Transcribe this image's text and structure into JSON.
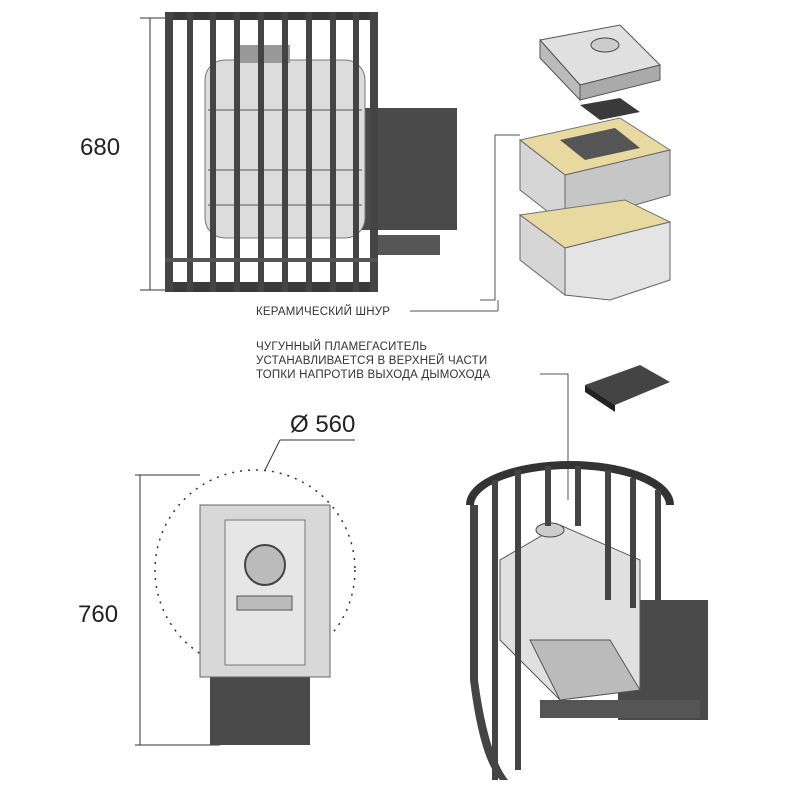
{
  "dimensions": {
    "height_side": "680",
    "height_top": "760",
    "diameter": "Ø 560"
  },
  "notes": {
    "ceramic_cord": "КЕРАМИЧЕСКИЙ ШНУР",
    "flame_arrester": [
      "ЧУГУННЫЙ ПЛАМЕГАСИТЕЛЬ",
      "УСТАНАВЛИВАЕТСЯ В ВЕРХНЕЙ ЧАСТИ",
      "ТОПКИ НАПРОТИВ ВЫХОДА ДЫМОХОДА"
    ]
  },
  "colors": {
    "steel": "#4a4a4a",
    "iron": "#d8d8d8",
    "cord": "#e8d9a0"
  }
}
